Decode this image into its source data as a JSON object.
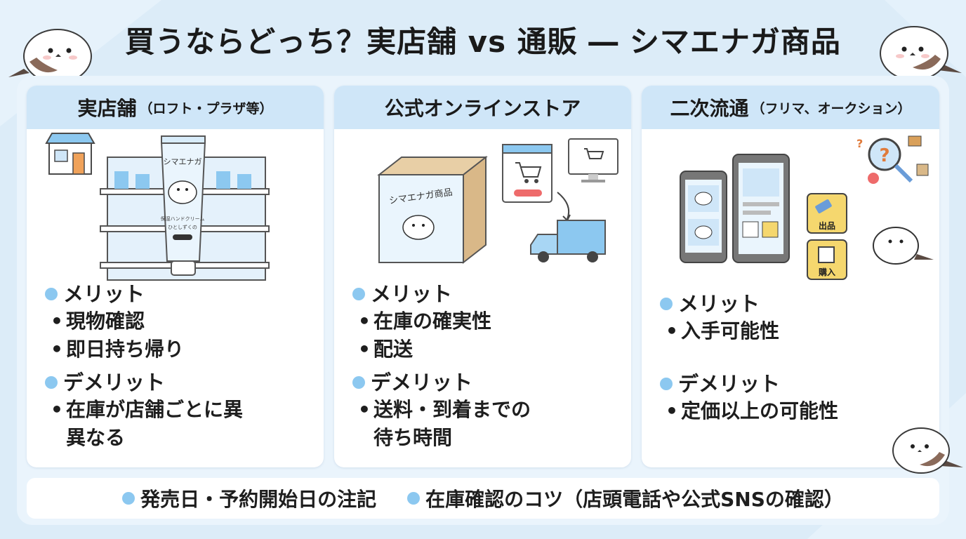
{
  "title": "買うならどっち？実店舗 vs 通販 ― シマエナガ商品",
  "colors": {
    "accent": "#8cc8f0",
    "header_bg": "#cfe6f8",
    "page_bg": "#dcecf8"
  },
  "cards": [
    {
      "title": "実店舗",
      "subtitle": "（ロフト・プラザ等）",
      "illustration": {
        "icons": [
          "shop-icon",
          "store-shelf-icon",
          "product-tube-icon"
        ],
        "product_label": "シマエナガ",
        "product_small_text_1": "保湿ハンドクリーム",
        "product_small_text_2": "ひとしずくの"
      },
      "merit_heading": "メリット",
      "merits": [
        "現物確認",
        "即日持ち帰り"
      ],
      "demerit_heading": "デメリット",
      "demerits": [
        "在庫が店舗ごとに異",
        "異なる"
      ]
    },
    {
      "title": "公式オンラインストア",
      "subtitle": "",
      "illustration": {
        "icons": [
          "package-box-icon",
          "shopping-cart-icon",
          "computer-cart-icon",
          "delivery-truck-icon"
        ],
        "box_label": "シマエナガ商品"
      },
      "merit_heading": "メリット",
      "merits": [
        "在庫の確実性",
        "配送"
      ],
      "demerit_heading": "デメリット",
      "demerits": [
        "送料・到着までの",
        "待ち時間"
      ]
    },
    {
      "title": "二次流通",
      "subtitle": "（フリマ、オークション）",
      "illustration": {
        "icons": [
          "smartphone-icon",
          "tablet-icon",
          "magnifier-question-icon",
          "auction-hammer-icon",
          "edit-icon"
        ],
        "badge_1": "出品",
        "badge_2": "購入"
      },
      "merit_heading": "メリット",
      "merits": [
        "入手可能性"
      ],
      "demerit_heading": "デメリット",
      "demerits": [
        "定価以上の可能性"
      ]
    }
  ],
  "footer": {
    "items": [
      "発売日・予約開始日の注記",
      "在庫確認のコツ（店頭電話や公式SNSの確認）"
    ]
  }
}
